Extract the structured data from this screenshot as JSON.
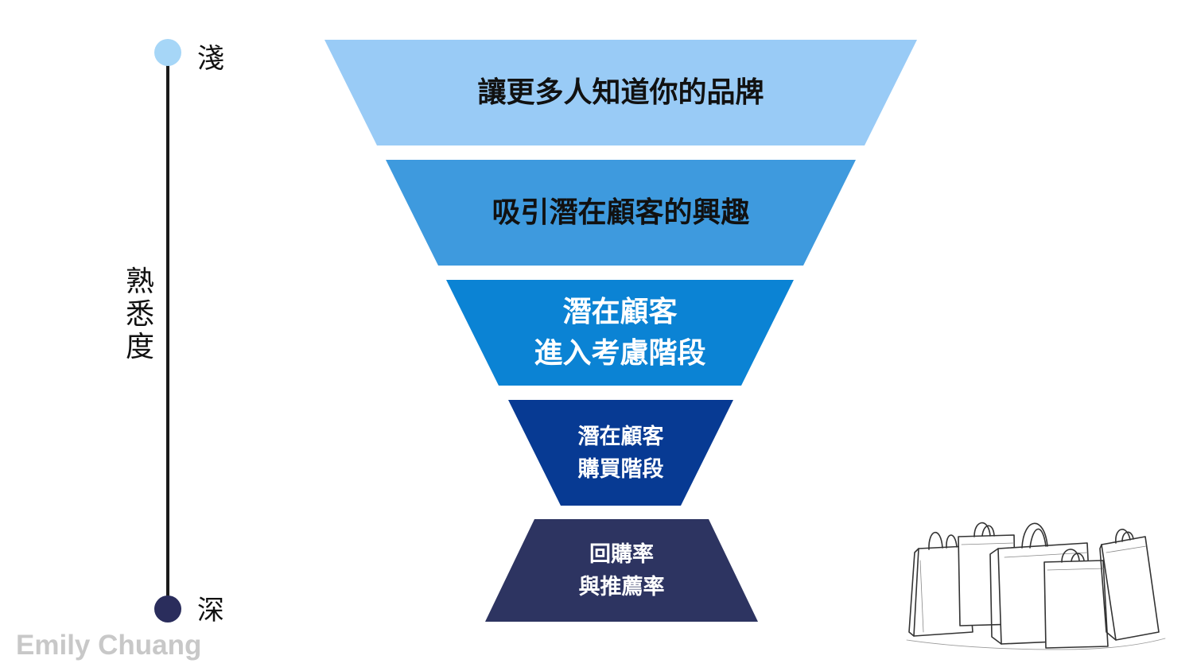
{
  "scale": {
    "top_label": "淺",
    "bottom_label": "深",
    "axis_label": "熟悉度",
    "top_color": "#a6d6f7",
    "bottom_color": "#2a2d5c"
  },
  "funnel": {
    "layers": [
      {
        "text": "讓更多人知道你的品牌",
        "fill": "#99cbf6",
        "text_color": "#111111"
      },
      {
        "text": "吸引潛在顧客的興趣",
        "fill": "#3e9ade",
        "text_color": "#111111"
      },
      {
        "text": "潛在顧客\n進入考慮階段",
        "fill": "#0b83d4",
        "text_color": "#ffffff"
      },
      {
        "text": "潛在顧客\n購買階段",
        "fill": "#073a93",
        "text_color": "#ffffff"
      },
      {
        "text": "回購率\n與推薦率",
        "fill": "#2d3461",
        "text_color": "#ffffff"
      }
    ]
  },
  "watermark": "Emily Chuang",
  "illustration": {
    "icon": "shopping-bags-sketch"
  }
}
